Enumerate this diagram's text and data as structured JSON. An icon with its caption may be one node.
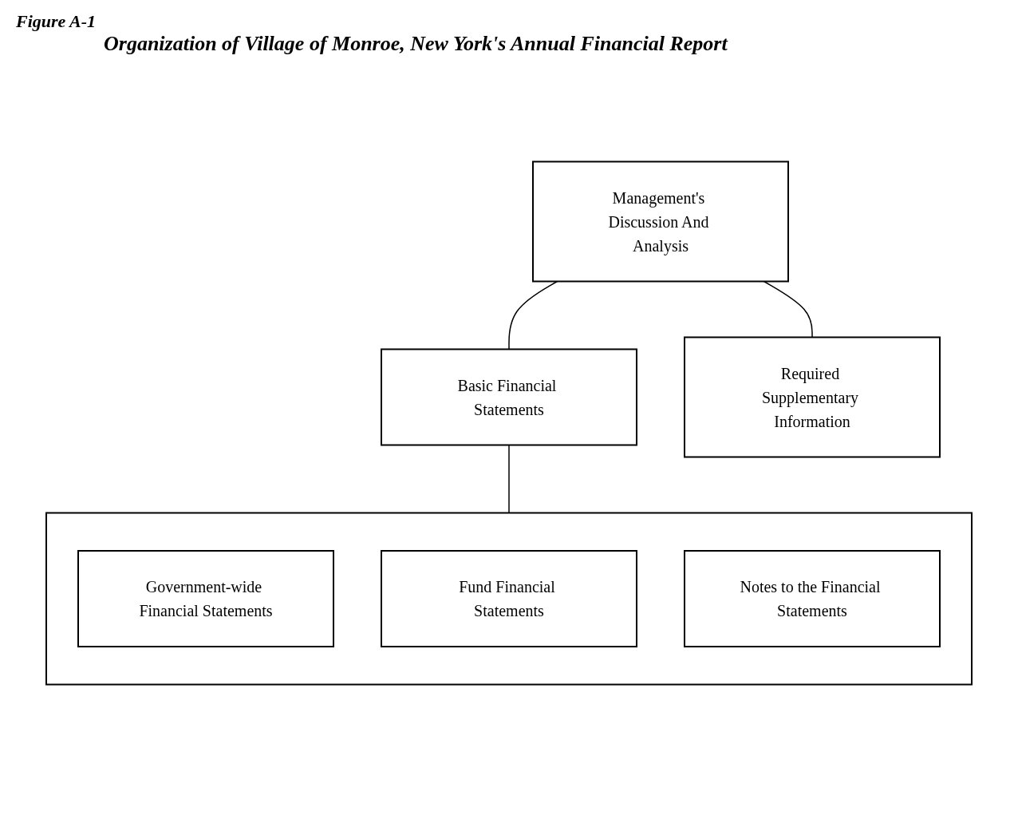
{
  "diagram": {
    "title": "Organization of Village of Monroe, New York's Annual Financial Report",
    "nodes": [
      {
        "text": [
          "Management's Discussion And Analysis"
        ]
      },
      {
        "text": [
          "Basic Financial Statements"
        ]
      },
      {
        "text": [
          "Required Supplementary Information"
        ]
      },
      {
        "text": [],
        "shape": "box"
      },
      {
        "text": [
          "Government-wide Financial Statements"
        ],
        "in": 3
      },
      {
        "text": [
          "Fund Financial Statements"
        ],
        "in": 3
      },
      {
        "text": [
          "Notes to the Financial Statements"
        ],
        "in": 3
      }
    ],
    "edges": [
      {
        "from": 0,
        "to": 1,
        "arrow": "none"
      },
      {
        "from": 0,
        "to": 2,
        "arrow": "none"
      },
      {
        "from": 1,
        "to": 3,
        "arrow": "none"
      }
    ],
    "labels": [
      "Figure A-1"
    ]
  }
}
